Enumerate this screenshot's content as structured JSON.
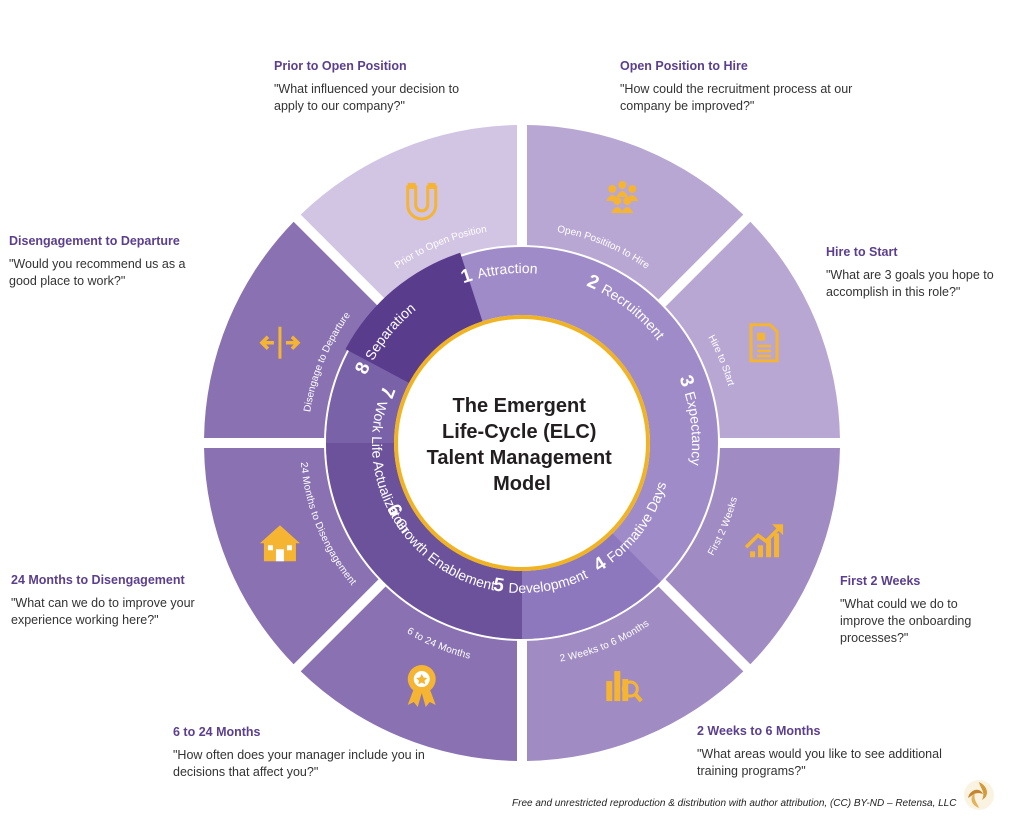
{
  "title": [
    "The Emergent",
    "Life-Cycle (ELC)",
    "Talent Management",
    "Model"
  ],
  "colors": {
    "title": "#231f20",
    "ring_border": "#f0b323",
    "icon": "#f5b431",
    "outer_light": "#d2c4e3",
    "outer_mid": "#b9a7d3",
    "outer_dark": "#a08bc2",
    "outer_deep": "#8a72b2",
    "inner_ring": "#a08bc9",
    "inner_dark": "#6b529b",
    "separation_tab": "#5a3c8d",
    "heading": "#5b3f8c"
  },
  "stages": [
    {
      "num": "1",
      "label": "Attraction"
    },
    {
      "num": "2",
      "label": "Recruitment"
    },
    {
      "num": "3",
      "label": "Expectancy"
    },
    {
      "num": "4",
      "label": "Formative Days"
    },
    {
      "num": "5",
      "label": "Development"
    },
    {
      "num": "6",
      "label": "Growth Enablement"
    },
    {
      "num": "7",
      "label": "Work Life Actualizatoin"
    },
    {
      "num": "8",
      "label": "Separation"
    }
  ],
  "segments": [
    {
      "label": "Prior to Open Position",
      "icon": "magnet-icon"
    },
    {
      "label": "Open Posititon to Hire",
      "icon": "group-icon"
    },
    {
      "label": "Hire to Start",
      "icon": "document-icon"
    },
    {
      "label": "First 2 Weeks",
      "icon": "growth-chart-icon"
    },
    {
      "label": "2 Weeks to 6 Months",
      "icon": "analytics-icon"
    },
    {
      "label": "6 to 24 Months",
      "icon": "award-ribbon-icon"
    },
    {
      "label": "24 Months to Disengagement",
      "icon": "house-icon"
    },
    {
      "label": "Disengage to Departure",
      "icon": "split-arrows-icon"
    }
  ],
  "callouts": [
    {
      "heading": "Prior to Open Position",
      "question": "\"What influenced your decision to apply to our company?\""
    },
    {
      "heading": "Open Position to Hire",
      "question": "\"How could the recruitment process at our company be improved?\""
    },
    {
      "heading": "Hire to Start",
      "question": "\"What are 3 goals you hope to accomplish in this role?\""
    },
    {
      "heading": "First 2 Weeks",
      "question": "\"What could we do to improve the onboarding processes?\""
    },
    {
      "heading": "2 Weeks to 6 Months",
      "question": "\"What areas would you like to see additional training programs?\""
    },
    {
      "heading": "6 to 24 Months",
      "question": "\"How often does your manager include you in decisions that affect you?\""
    },
    {
      "heading": "24 Months to Disengagement",
      "question": "\"What can we do to improve your experience working here?\""
    },
    {
      "heading": "Disengagement to Departure",
      "question": "\"Would you recommend us as a good place to work?\""
    }
  ],
  "footer": "Free and unrestricted reproduction & distribution with author attribution, (CC) BY-ND – Retensa, LLC"
}
